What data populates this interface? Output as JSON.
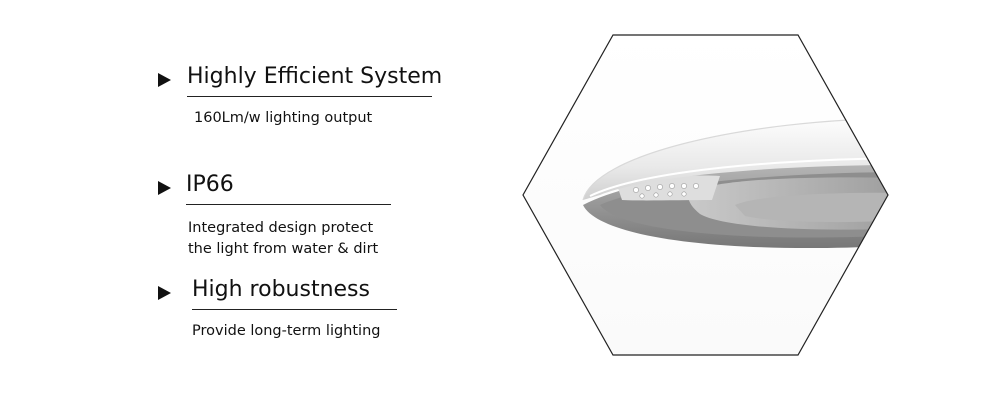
{
  "features": [
    {
      "icon": "arrow-right-icon",
      "title": "Highly Efficient System",
      "description": "160Lm/w lighting output"
    },
    {
      "icon": "arrow-right-icon",
      "title": "IP66",
      "description": "Integrated design protect\nthe light from water & dirt"
    },
    {
      "icon": "arrow-right-icon",
      "title": "High robustness",
      "description": "Provide long-term lighting"
    }
  ],
  "image": {
    "icon": "street-light-fixture-image",
    "frame": "hexagon"
  }
}
